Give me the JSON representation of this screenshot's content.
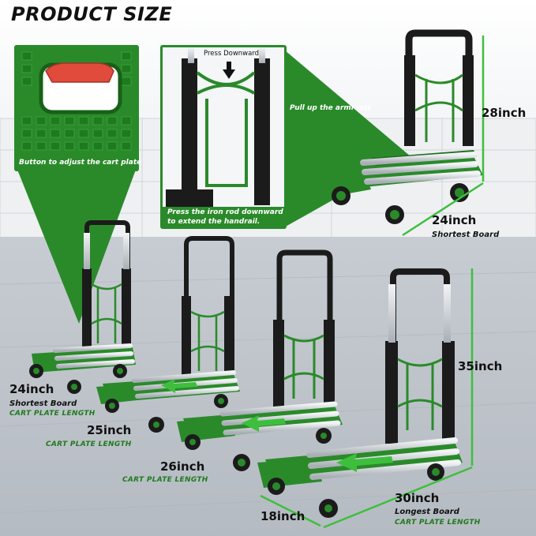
{
  "title": "PRODUCT SIZE",
  "callouts": {
    "button": "Button to adjust the cart plate",
    "press_down": "Press Downward",
    "iron_rod_line1": "Press the iron rod downward",
    "iron_rod_line2": "to extend the handrail.",
    "armrests": "Pull up the armrests"
  },
  "dimensions": {
    "top_height": "28inch",
    "top_length": "24inch",
    "top_length_note": "Shortest Board",
    "cart1_length": "24inch",
    "cart1_note": "Shortest Board",
    "cart1_caption": "CART PLATE LENGTH",
    "cart2_length": "25inch",
    "cart2_caption": "CART PLATE LENGTH",
    "cart3_length": "26inch",
    "cart3_caption": "CART PLATE LENGTH",
    "height": "35inch",
    "width": "18inch",
    "cart4_length": "30inch",
    "cart4_note": "Longest Board",
    "cart4_caption": "CART PLATE LENGTH"
  },
  "colors": {
    "brand_green": "#2a8a2a",
    "dark_green": "#1e6b1e",
    "handle_red": "#e04b3c",
    "frame_black": "#1b1b1b",
    "rail_silver": "#d4d8dc"
  }
}
